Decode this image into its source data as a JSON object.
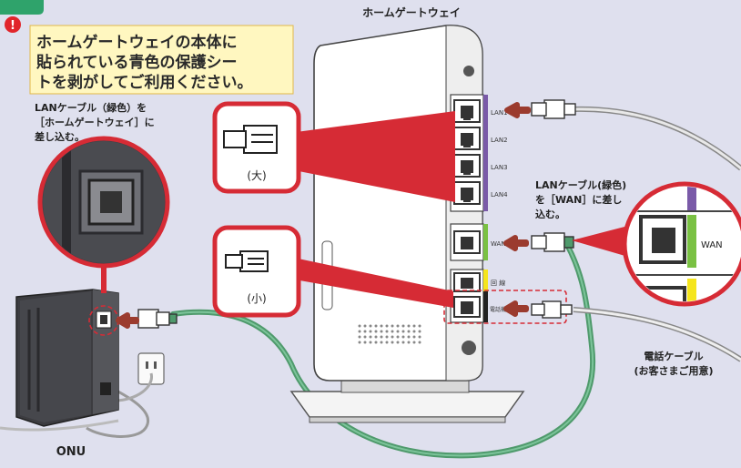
{
  "title": "ホームゲートウェイ",
  "warning": {
    "mark": "!",
    "lines": [
      "ホームゲートウェイの本体に",
      "貼られている青色の保護シー",
      "トを剥がしてご利用ください。"
    ]
  },
  "instruction_lan": [
    "LANケーブル（緑色）を",
    "［ホームゲートウェイ］に",
    "差し込む。"
  ],
  "instruction_wan": [
    "LANケーブル(緑色)",
    "を［WAN］に差し",
    "込む。"
  ],
  "ports": [
    "LAN1",
    "LAN2",
    "LAN3",
    "LAN4",
    "WAN",
    "回 線",
    "電話機"
  ],
  "connector_large_label": "(大)",
  "connector_small_label": "(小)",
  "zoom_wan_label": "WAN",
  "phone_cable_label": [
    "電話ケーブル",
    "(お客さまご用意)"
  ],
  "onu_label": "ONU",
  "colors": {
    "background": "#dfe0ee",
    "callout_red": "#d62b35",
    "lan_purple": "#7a5aa8",
    "wan_green": "#7ac143",
    "line_yellow": "#f5e51c",
    "green_cable": "#4f9a6c",
    "warning_box": "#fff7c0",
    "arrow": "#9b3b2e"
  }
}
